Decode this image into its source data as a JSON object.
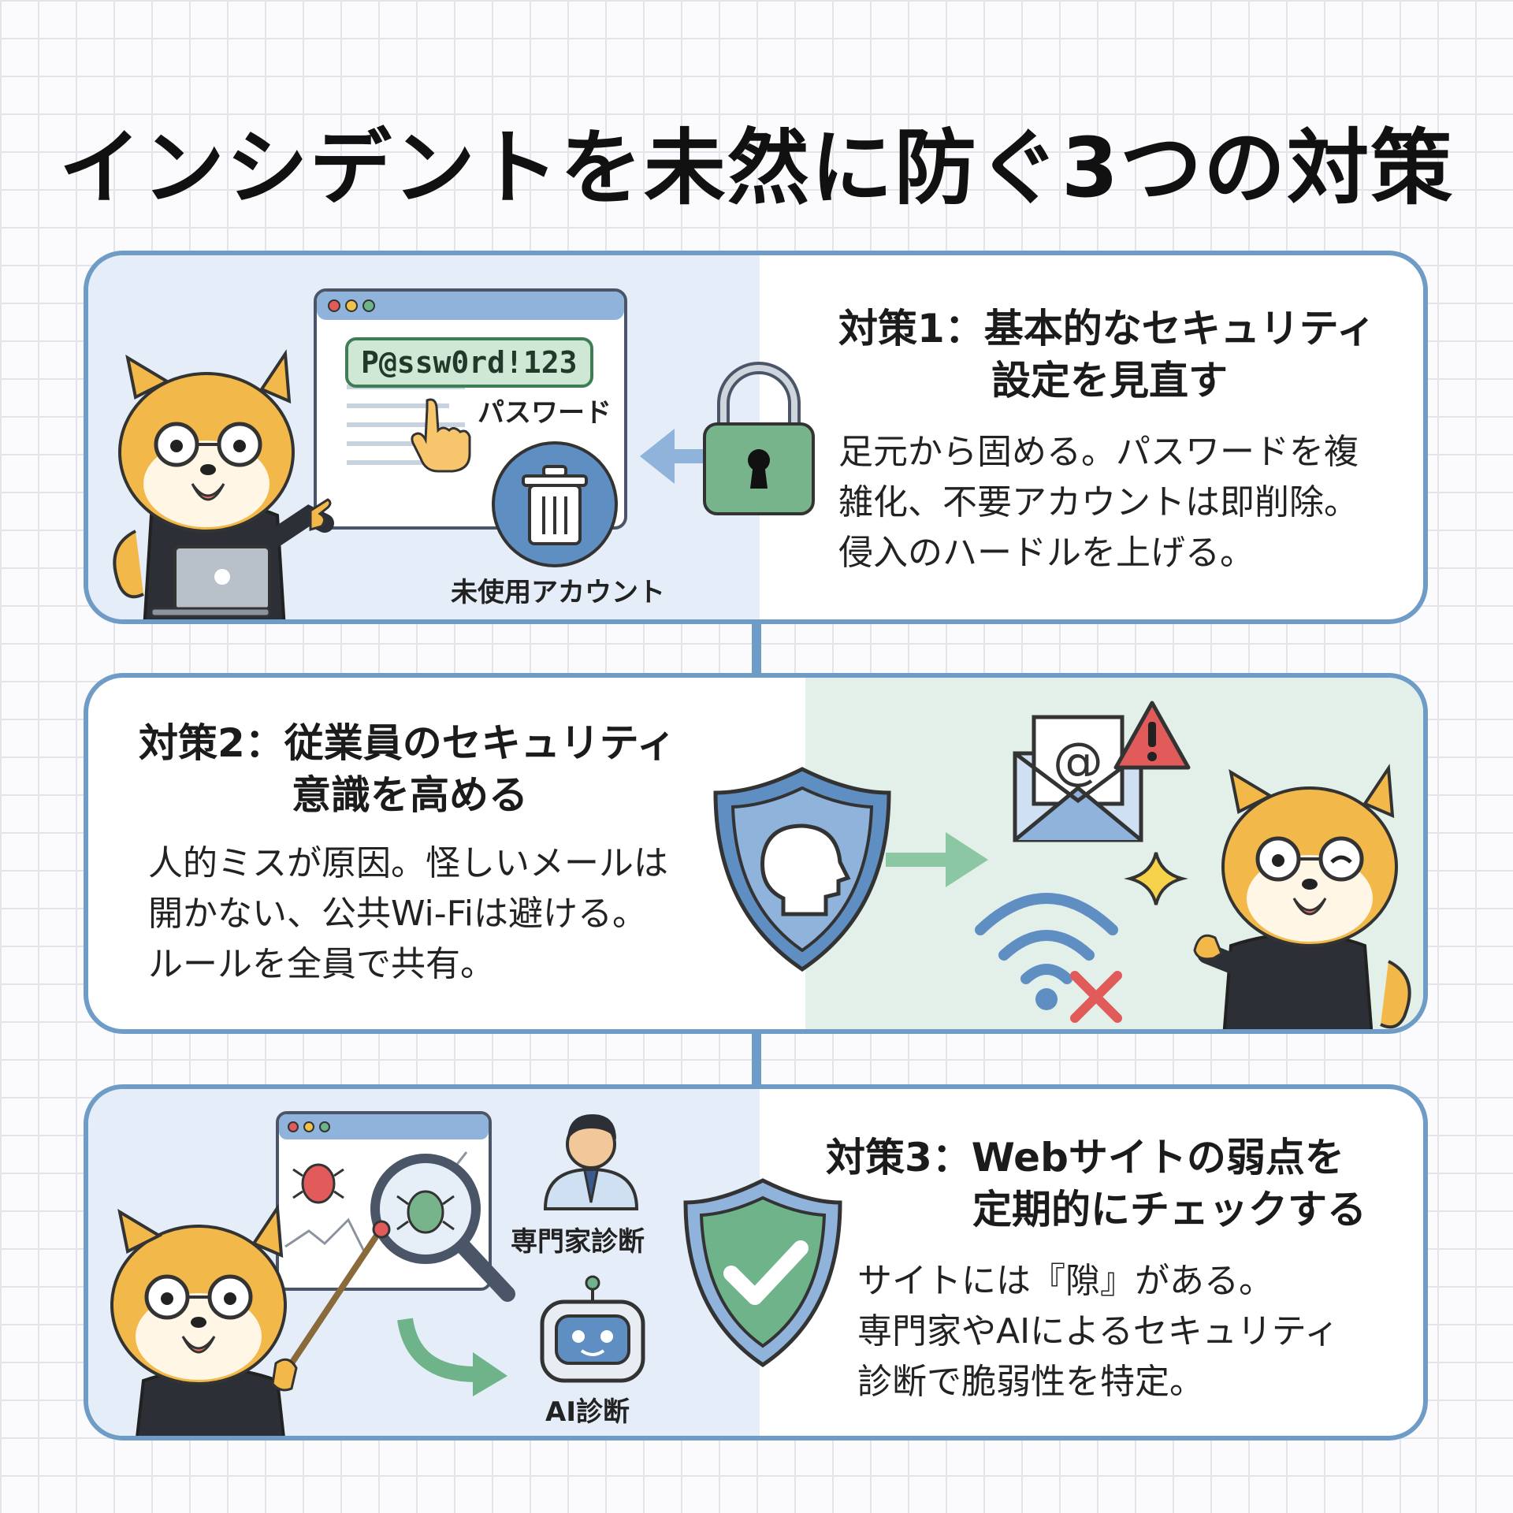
{
  "title": "インシデントを未然に防ぐ3つの対策",
  "colors": {
    "panel_border": "#6f9cc6",
    "panel_bg_blue": "#e5eef8",
    "panel_bg_green": "#e3f0e9",
    "lock_green": "#77b48c",
    "shield_blue": "#5f8fc2",
    "shield_green": "#6fb38a",
    "alert_red": "#e25b5b",
    "dog_orange": "#f2b94a"
  },
  "measures": [
    {
      "heading_line1": "対策1：基本的なセキュリティ",
      "heading_line2": "設定を見直す",
      "body": [
        "足元から固める。パスワードを複",
        "雑化、不要アカウントは即削除。",
        "侵入のハードルを上げる。"
      ],
      "password_sample": "P@ssw0rd!123",
      "label_password": "パスワード",
      "label_unused_account": "未使用アカウント",
      "icons": [
        "browser-window-icon",
        "pointing-hand-icon",
        "trash-can-icon",
        "padlock-icon",
        "left-arrow-icon",
        "dog-mascot-laptop"
      ]
    },
    {
      "heading_line1": "対策2：従業員のセキュリティ",
      "heading_line2": "意識を高める",
      "body": [
        "人的ミスが原因。怪しいメールは",
        "開かない、公共Wi-Fiは避ける。",
        "ルールを全員で共有。"
      ],
      "icons": [
        "shield-person-icon",
        "right-arrow-icon",
        "envelope-at-icon",
        "warning-icon",
        "wifi-icon",
        "cross-icon",
        "sparkle-icon",
        "dog-mascot-wink"
      ]
    },
    {
      "heading_line1": "対策3：Webサイトの弱点を",
      "heading_line2": "定期的にチェックする",
      "body": [
        "サイトには『隙』がある。",
        "専門家やAIによるセキュリティ",
        "診断で脆弱性を特定。"
      ],
      "label_expert": "専門家診断",
      "label_ai": "AI診断",
      "icons": [
        "browser-bug-icon",
        "magnifier-icon",
        "expert-person-icon",
        "robot-icon",
        "curved-arrow-icon",
        "shield-check-icon",
        "dog-mascot-pointer"
      ]
    }
  ]
}
